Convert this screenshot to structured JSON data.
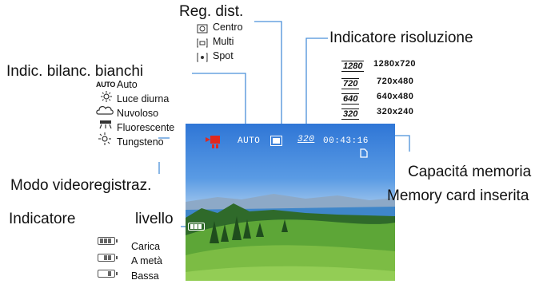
{
  "labels": {
    "reg_dist": "Reg. dist.",
    "indicatore_risoluzione": "Indicatore risoluzione",
    "indic_bilanc_bianchi": "Indic. bilanc. bianchi",
    "capacita_memoria": "Capacitá memoria",
    "memory_card_inserita": "Memory card inserita",
    "modo_videoregistraz": "Modo videoregistraz.",
    "indicatore": "Indicatore",
    "livello": "livello"
  },
  "metering_modes": [
    {
      "icon": "metering-center-icon",
      "label": "Centro"
    },
    {
      "icon": "metering-multi-icon",
      "label": "Multi"
    },
    {
      "icon": "metering-spot-icon",
      "label": "Spot"
    }
  ],
  "resolutions": [
    {
      "badge": "1280",
      "label": "1280x720"
    },
    {
      "badge": "720",
      "label": "720x480"
    },
    {
      "badge": "640",
      "label": "640x480"
    },
    {
      "badge": "320",
      "label": "320x240"
    }
  ],
  "white_balance": [
    {
      "icon": "auto-wb-icon",
      "icon_text": "AUTO",
      "label": "Auto"
    },
    {
      "icon": "sun-icon",
      "label": "Luce diurna"
    },
    {
      "icon": "cloud-icon",
      "label": "Nuvoloso"
    },
    {
      "icon": "fluorescent-icon",
      "label": "Fluorescente"
    },
    {
      "icon": "tungsten-icon",
      "label": "Tungsteno"
    }
  ],
  "battery_levels": [
    {
      "icon": "battery-full-icon",
      "label": "Carica",
      "level": 1.0
    },
    {
      "icon": "battery-half-icon",
      "label": "A metà",
      "level": 0.5
    },
    {
      "icon": "battery-low-icon",
      "label": "Bassa",
      "level": 0.0
    }
  ],
  "overlay": {
    "wb_mode": "AUTO",
    "resolution_badge": "320",
    "timer": "00:43:16"
  },
  "colors": {
    "line": "#4a90d9",
    "text": "#111111",
    "video_icon": "#e0281e",
    "overlay_text": "#ffffff"
  }
}
